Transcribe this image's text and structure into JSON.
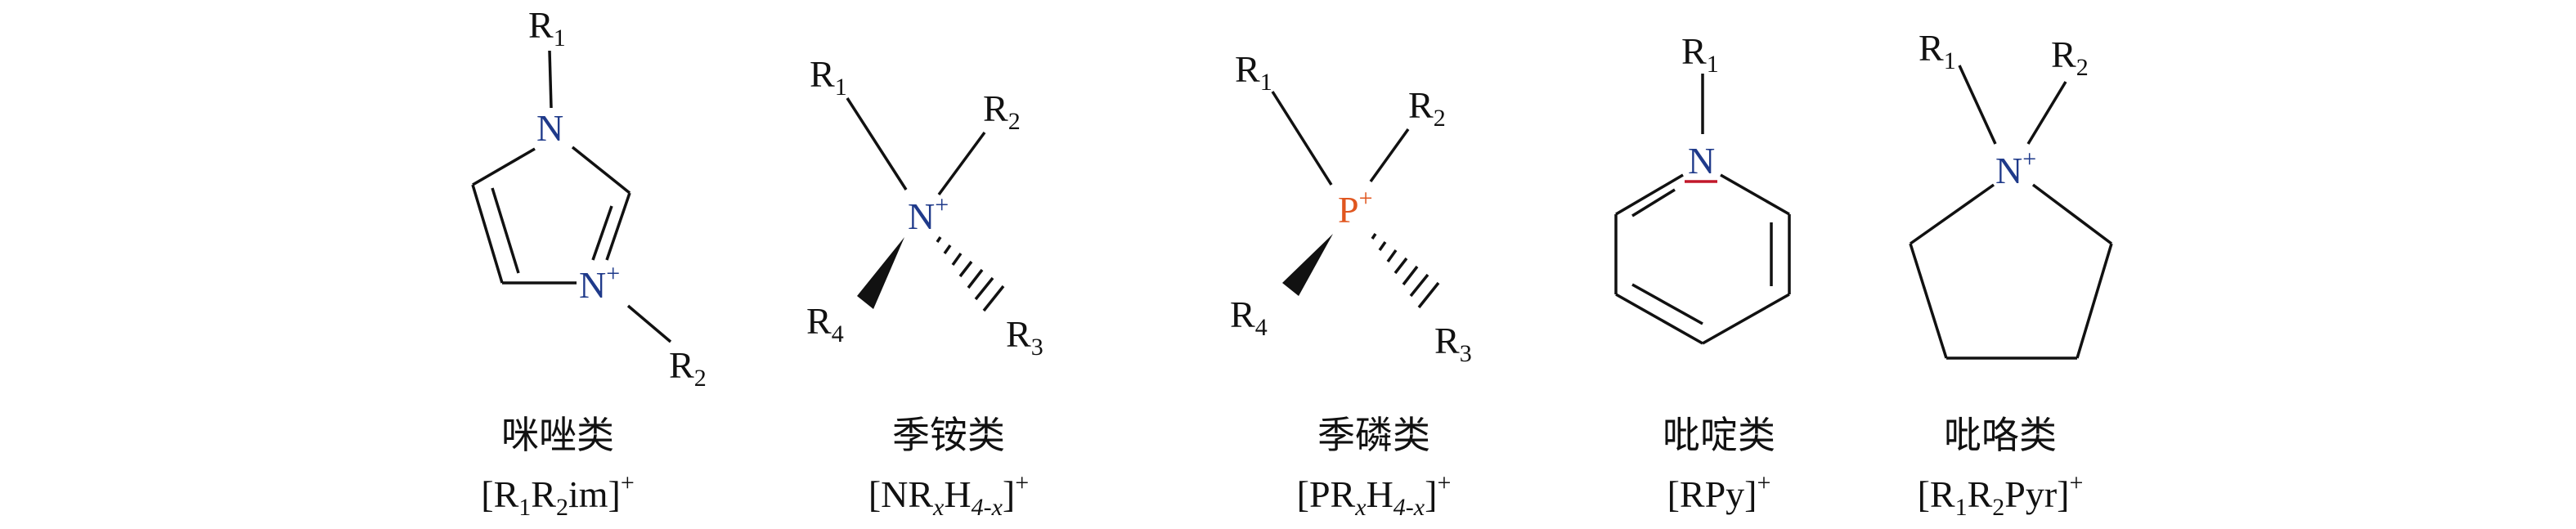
{
  "colors": {
    "bond": "#111111",
    "nitrogen": "#1f3a8a",
    "phosphorus": "#e0561f",
    "underline": "#c2182b"
  },
  "structures": [
    {
      "name": "咪唑类",
      "formula": {
        "open": "[R",
        "s1": "1",
        "mid": "R",
        "s2": "2",
        "tail": "im]",
        "charge": "+"
      },
      "atoms": {
        "n_top": "N",
        "n_bottom": "N",
        "n_bottom_charge": "+",
        "r1": "R",
        "r1_sub": "1",
        "r2": "R",
        "r2_sub": "2"
      }
    },
    {
      "name": "季铵类",
      "formula": {
        "open": "[NR",
        "s1": "x",
        "mid": "H",
        "s2": "4-x",
        "tail": "]",
        "charge": "+"
      },
      "atoms": {
        "center": "N",
        "center_charge": "+",
        "r1": "R",
        "r1_sub": "1",
        "r2": "R",
        "r2_sub": "2",
        "r3": "R",
        "r3_sub": "3",
        "r4": "R",
        "r4_sub": "4"
      }
    },
    {
      "name": "季磷类",
      "formula": {
        "open": "[PR",
        "s1": "x",
        "mid": "H",
        "s2": "4-x",
        "tail": "]",
        "charge": "+"
      },
      "atoms": {
        "center": "P",
        "center_charge": "+",
        "r1": "R",
        "r1_sub": "1",
        "r2": "R",
        "r2_sub": "2",
        "r3": "R",
        "r3_sub": "3",
        "r4": "R",
        "r4_sub": "4"
      }
    },
    {
      "name": "吡啶类",
      "formula": {
        "open": "[RPy]",
        "charge": "+"
      },
      "atoms": {
        "n": "N",
        "r1": "R",
        "r1_sub": "1"
      }
    },
    {
      "name": "吡咯类",
      "formula": {
        "open": "[R",
        "s1": "1",
        "mid": "R",
        "s2": "2",
        "tail": "Pyr]",
        "charge": "+"
      },
      "atoms": {
        "n": "N",
        "n_charge": "+",
        "r1": "R",
        "r1_sub": "1",
        "r2": "R",
        "r2_sub": "2"
      }
    }
  ]
}
